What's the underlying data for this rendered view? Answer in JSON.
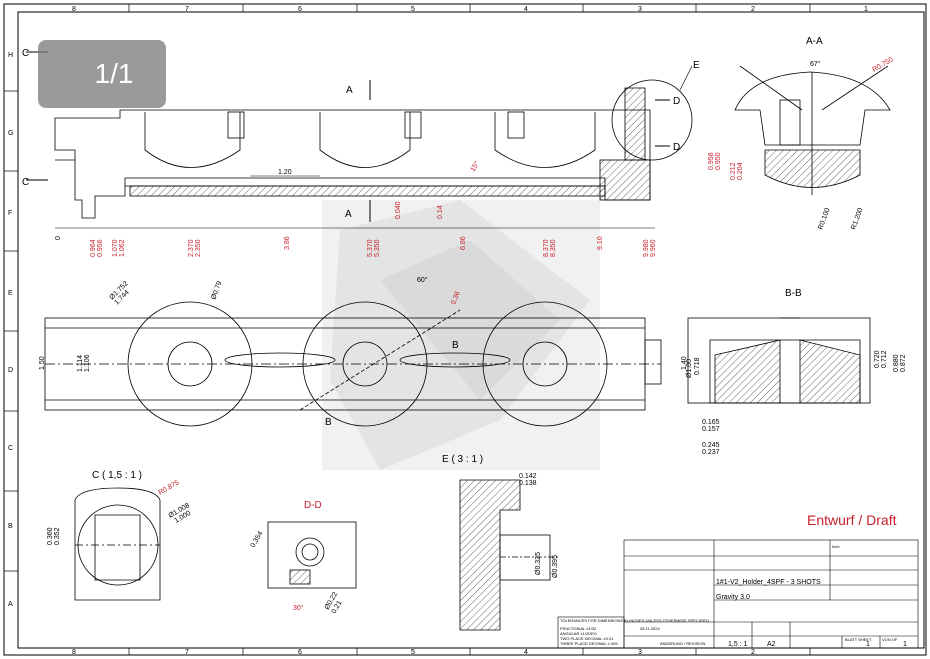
{
  "page_indicator": "1/1",
  "draft_stamp": "Entwurf / Draft",
  "grid": {
    "columns": [
      "8",
      "7",
      "6",
      "5",
      "4",
      "3",
      "2",
      "1"
    ],
    "rows": [
      "H",
      "G",
      "F",
      "E",
      "D",
      "C",
      "B",
      "A"
    ]
  },
  "section_labels": {
    "a_left": "A",
    "a_bottom": "A",
    "c_top": "C",
    "c_mid": "C",
    "b_top": "B",
    "b_bottom": "B",
    "e_callout": "E",
    "d_top": "D",
    "d_bottom": "D"
  },
  "view_titles": {
    "aa": "A-A",
    "bb": "B-B",
    "c": "C ( 1,5 : 1 )",
    "dd": "D-D",
    "e": "E ( 3 : 1 )"
  },
  "dims_front": {
    "top_120": "1.20",
    "angle_15": "15°",
    "d_0040": "0.040",
    "d_014": "0.14",
    "ord_0": "0",
    "ord_1a": "0.964",
    "ord_1b": "0.956",
    "ord_2a": "1.070",
    "ord_2b": "1.062",
    "ord_3a": "2.370",
    "ord_3b": "2.350",
    "ord_4": "3.86",
    "ord_5a": "5.370",
    "ord_5b": "5.350",
    "ord_6": "6.86",
    "ord_7a": "8.370",
    "ord_7b": "8.350",
    "ord_8": "9.10",
    "ord_9a": "9.980",
    "ord_9b": "9.960"
  },
  "dims_aa": {
    "angle": "67°",
    "r0750": "R0.750",
    "d0958": "0.958",
    "d0950": "0.950",
    "d0212": "0.212",
    "d0204": "0.204",
    "r0100": "R0.100",
    "r1200": "R1.200"
  },
  "dims_top": {
    "dia1752": "Ø1.752",
    "dia1744": "1.744",
    "dia079": "Ø0.79",
    "angle60": "60°",
    "d036": "0.36",
    "d150": "1.50",
    "d1114": "1.114",
    "d1106": "1.106",
    "dia100": "Ø1.00"
  },
  "dims_bb": {
    "d140": "1.40",
    "d0718": "0.718",
    "d0720": "0.720",
    "d0712": "0.712",
    "d0880": "0.880",
    "d0872": "0.872",
    "d0165": "0.165",
    "d0157": "0.157",
    "d0245": "0.245",
    "d0237": "0.237"
  },
  "dims_c": {
    "r0875": "R0.875",
    "dia1008": "Ø1.008",
    "d1000": "1.000",
    "d0360": "0.360",
    "d0352": "0.352"
  },
  "dims_dd": {
    "d0354": "0.354",
    "angle30": "30°",
    "dia022": "Ø0.22",
    "d021": "0.21"
  },
  "dims_e": {
    "d0142": "0.142",
    "d0138": "0.138",
    "dia0325": "Ø0.325",
    "dia0395": "Ø0.395"
  },
  "title_block": {
    "part_name": "1#1-V2_Holder_4SPF - 3 SHOTS",
    "material": "Gravity 3.0",
    "scale": "1,5 : 1",
    "format": "A2",
    "sheet_label": "BLATT SHEET",
    "sheet_no": "1",
    "of_label": "VON OF",
    "of_no": "1",
    "unit": "Inch",
    "date": "28.11.2024",
    "revision": "ÄNDERUNG / REVISION",
    "tolerances_title": "TOLERANCES FOR DIMENSIONS IN INCHES UNLESS OTHERWISE SPECIFIED",
    "tol_fractional": "FRACTIONAL ±1/32",
    "tol_angular": "ANGULAR ±1/2DEG",
    "tol_two": "TWO PLACE DECIMAL ±0.01",
    "tol_three": "THREE PLACE DECIMAL ±.005"
  },
  "colors": {
    "ink": "#000000",
    "red": "#c8202a",
    "watermark": "#d9d9d9",
    "badge": "#7a7a7a"
  }
}
